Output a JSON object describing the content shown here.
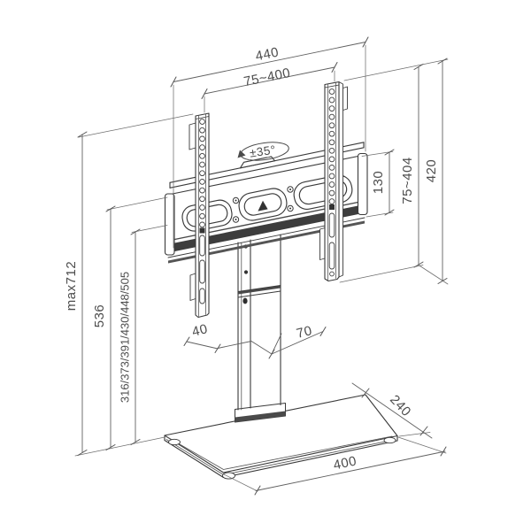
{
  "drawing": {
    "background": "#ffffff",
    "object_line_color": "#3a3a3a",
    "dimension_line_color": "#606060",
    "text_color": "#4d4d4d",
    "dimensions": {
      "overall_width": "440",
      "vesa_width_range": "75~400",
      "swivel_range": "±35°",
      "bracket_height": "130",
      "vesa_height_range": "75~404",
      "rail_length": "420",
      "max_height": "max712",
      "column_height": "536",
      "height_settings": "316/373/391/430/448/505",
      "column_depth": "40",
      "column_width": "70",
      "base_depth": "240",
      "base_width": "400"
    }
  }
}
